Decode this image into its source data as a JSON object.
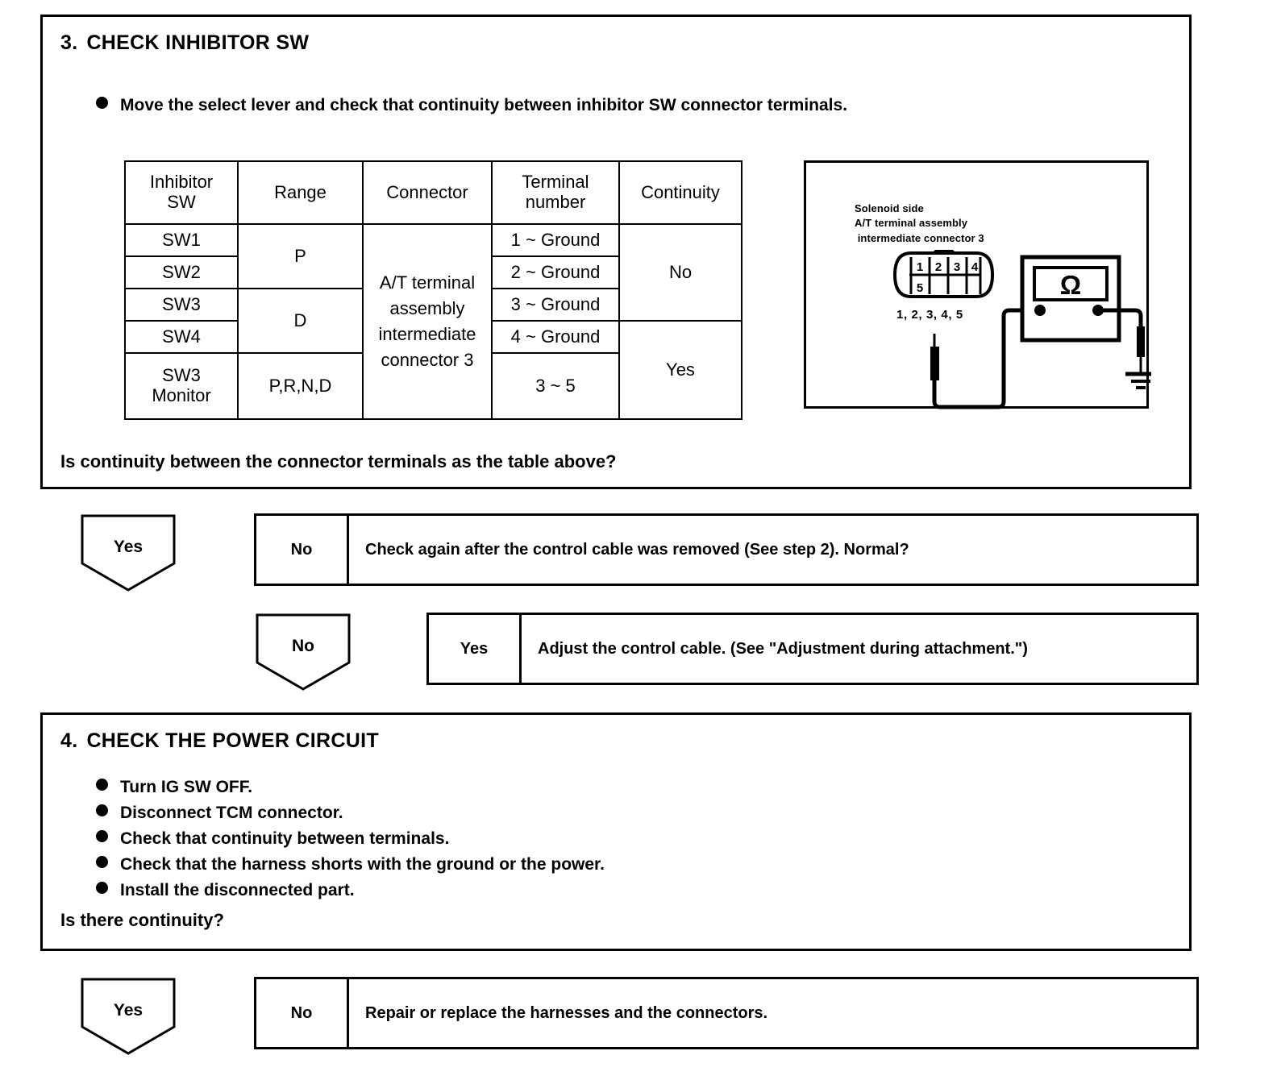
{
  "section3": {
    "number": "3.",
    "title": "CHECK INHIBITOR SW",
    "instruction": "Move the select lever and check that continuity between inhibitor SW connector terminals.",
    "question": "Is continuity between the connector terminals as the table above?",
    "table": {
      "headers": [
        "Inhibitor\nSW",
        "Range",
        "Connector",
        "Terminal\nnumber",
        "Continuity"
      ],
      "header_sw": "Inhibitor SW",
      "header_sw_line1": "Inhibitor",
      "header_sw_line2": "SW",
      "header_range": "Range",
      "header_connector": "Connector",
      "header_terminal_line1": "Terminal",
      "header_terminal_line2": "number",
      "header_continuity": "Continuity",
      "sw_labels": [
        "SW1",
        "SW2",
        "SW3",
        "SW4"
      ],
      "monitor_line1": "SW3",
      "monitor_line2": "Monitor",
      "range_p": "P",
      "range_d": "D",
      "range_monitor": "P,R,N,D",
      "connector_line1": "A/T terminal",
      "connector_line2": "assembly",
      "connector_line3": "intermediate",
      "connector_line4": "connector 3",
      "terminals": [
        "1 ~ Ground",
        "2 ~ Ground",
        "3 ~ Ground",
        "4 ~ Ground"
      ],
      "terminal_monitor": "3 ~ 5",
      "continuity_no": "No",
      "continuity_yes": "Yes"
    },
    "diagram": {
      "label_line1": "Solenoid side",
      "label_line2": "A/T terminal assembly",
      "label_line3": " intermediate connector 3",
      "pins_top": [
        "1",
        "2",
        "3",
        "4"
      ],
      "pin_bottom": "5",
      "pin_list": "1, 2, 3, 4, 5",
      "meter_symbol": "Ω"
    }
  },
  "branch1": {
    "pentagon": "Yes",
    "answer": "No",
    "message": "Check again after the control cable was removed (See step 2). Normal?"
  },
  "branch2": {
    "pentagon": "No",
    "answer": "Yes",
    "message": "Adjust the control cable. (See \"Adjustment during attachment.\")"
  },
  "section4": {
    "number": "4.",
    "title": "CHECK THE POWER CIRCUIT",
    "bullets": [
      "Turn IG SW OFF.",
      "Disconnect TCM connector.",
      "Check that continuity between terminals.",
      "Check that the harness shorts with the ground or the power.",
      "Install the disconnected part."
    ],
    "question": "Is there continuity?"
  },
  "branch3": {
    "pentagon": "Yes",
    "answer": "No",
    "message": "Repair or replace the harnesses and the connectors."
  }
}
